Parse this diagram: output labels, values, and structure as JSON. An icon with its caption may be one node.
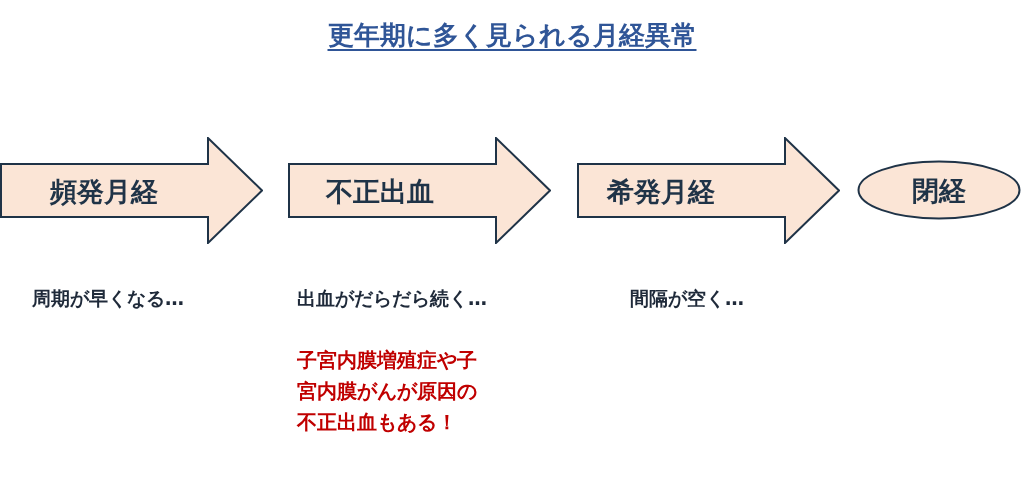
{
  "diagram": {
    "title": "更年期に多く見られる月経異常",
    "nodes": [
      {
        "text": [
          "頻発月経"
        ],
        "beside": [
          "周期が早くなる…"
        ]
      },
      {
        "text": [
          "不正出血"
        ],
        "beside": [
          "出血がだらだら続く…",
          "子宮内膜増殖症や子宮内膜がんが原因の不正出血もある！"
        ]
      },
      {
        "text": [
          "希発月経"
        ],
        "beside": [
          "間隔が空く…"
        ]
      },
      {
        "text": [
          "閉経"
        ]
      }
    ],
    "edges": []
  }
}
